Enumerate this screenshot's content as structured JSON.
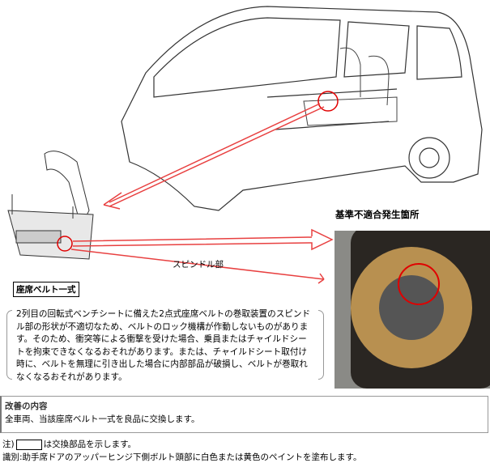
{
  "labels": {
    "part": "座席ベルト一式",
    "spindle": "スピンドル部",
    "site": "基準不適合発生箇所"
  },
  "description": "2列目の回転式ベンチシートに備えた2点式座席ベルトの巻取装置のスピンドル部の形状が不適切なため、ベルトのロック機構が作動しないものがあります。そのため、衝突等による衝撃を受けた場合、乗員またはチャイルドシートを拘束できなくなるおそれがあります。または、チャイルドシート取付け時に、ベルトを無理に引き出した場合に内部部品が破損し、ベルトが巻取れなくなるおそれがあります。",
  "improvement": {
    "heading": "改善の内容",
    "body": "全車両、当該座席ベルト一式を良品に交換します。"
  },
  "notes": {
    "note_prefix": "注)",
    "note_suffix": "は交換部品を示します。",
    "identification": "識別:助手席ドアのアッパーヒンジ下側ボルト頭部に白色または黄色のペイントを塗布します。"
  },
  "colors": {
    "arrow": "#e84040",
    "highlight": "#e00000"
  }
}
